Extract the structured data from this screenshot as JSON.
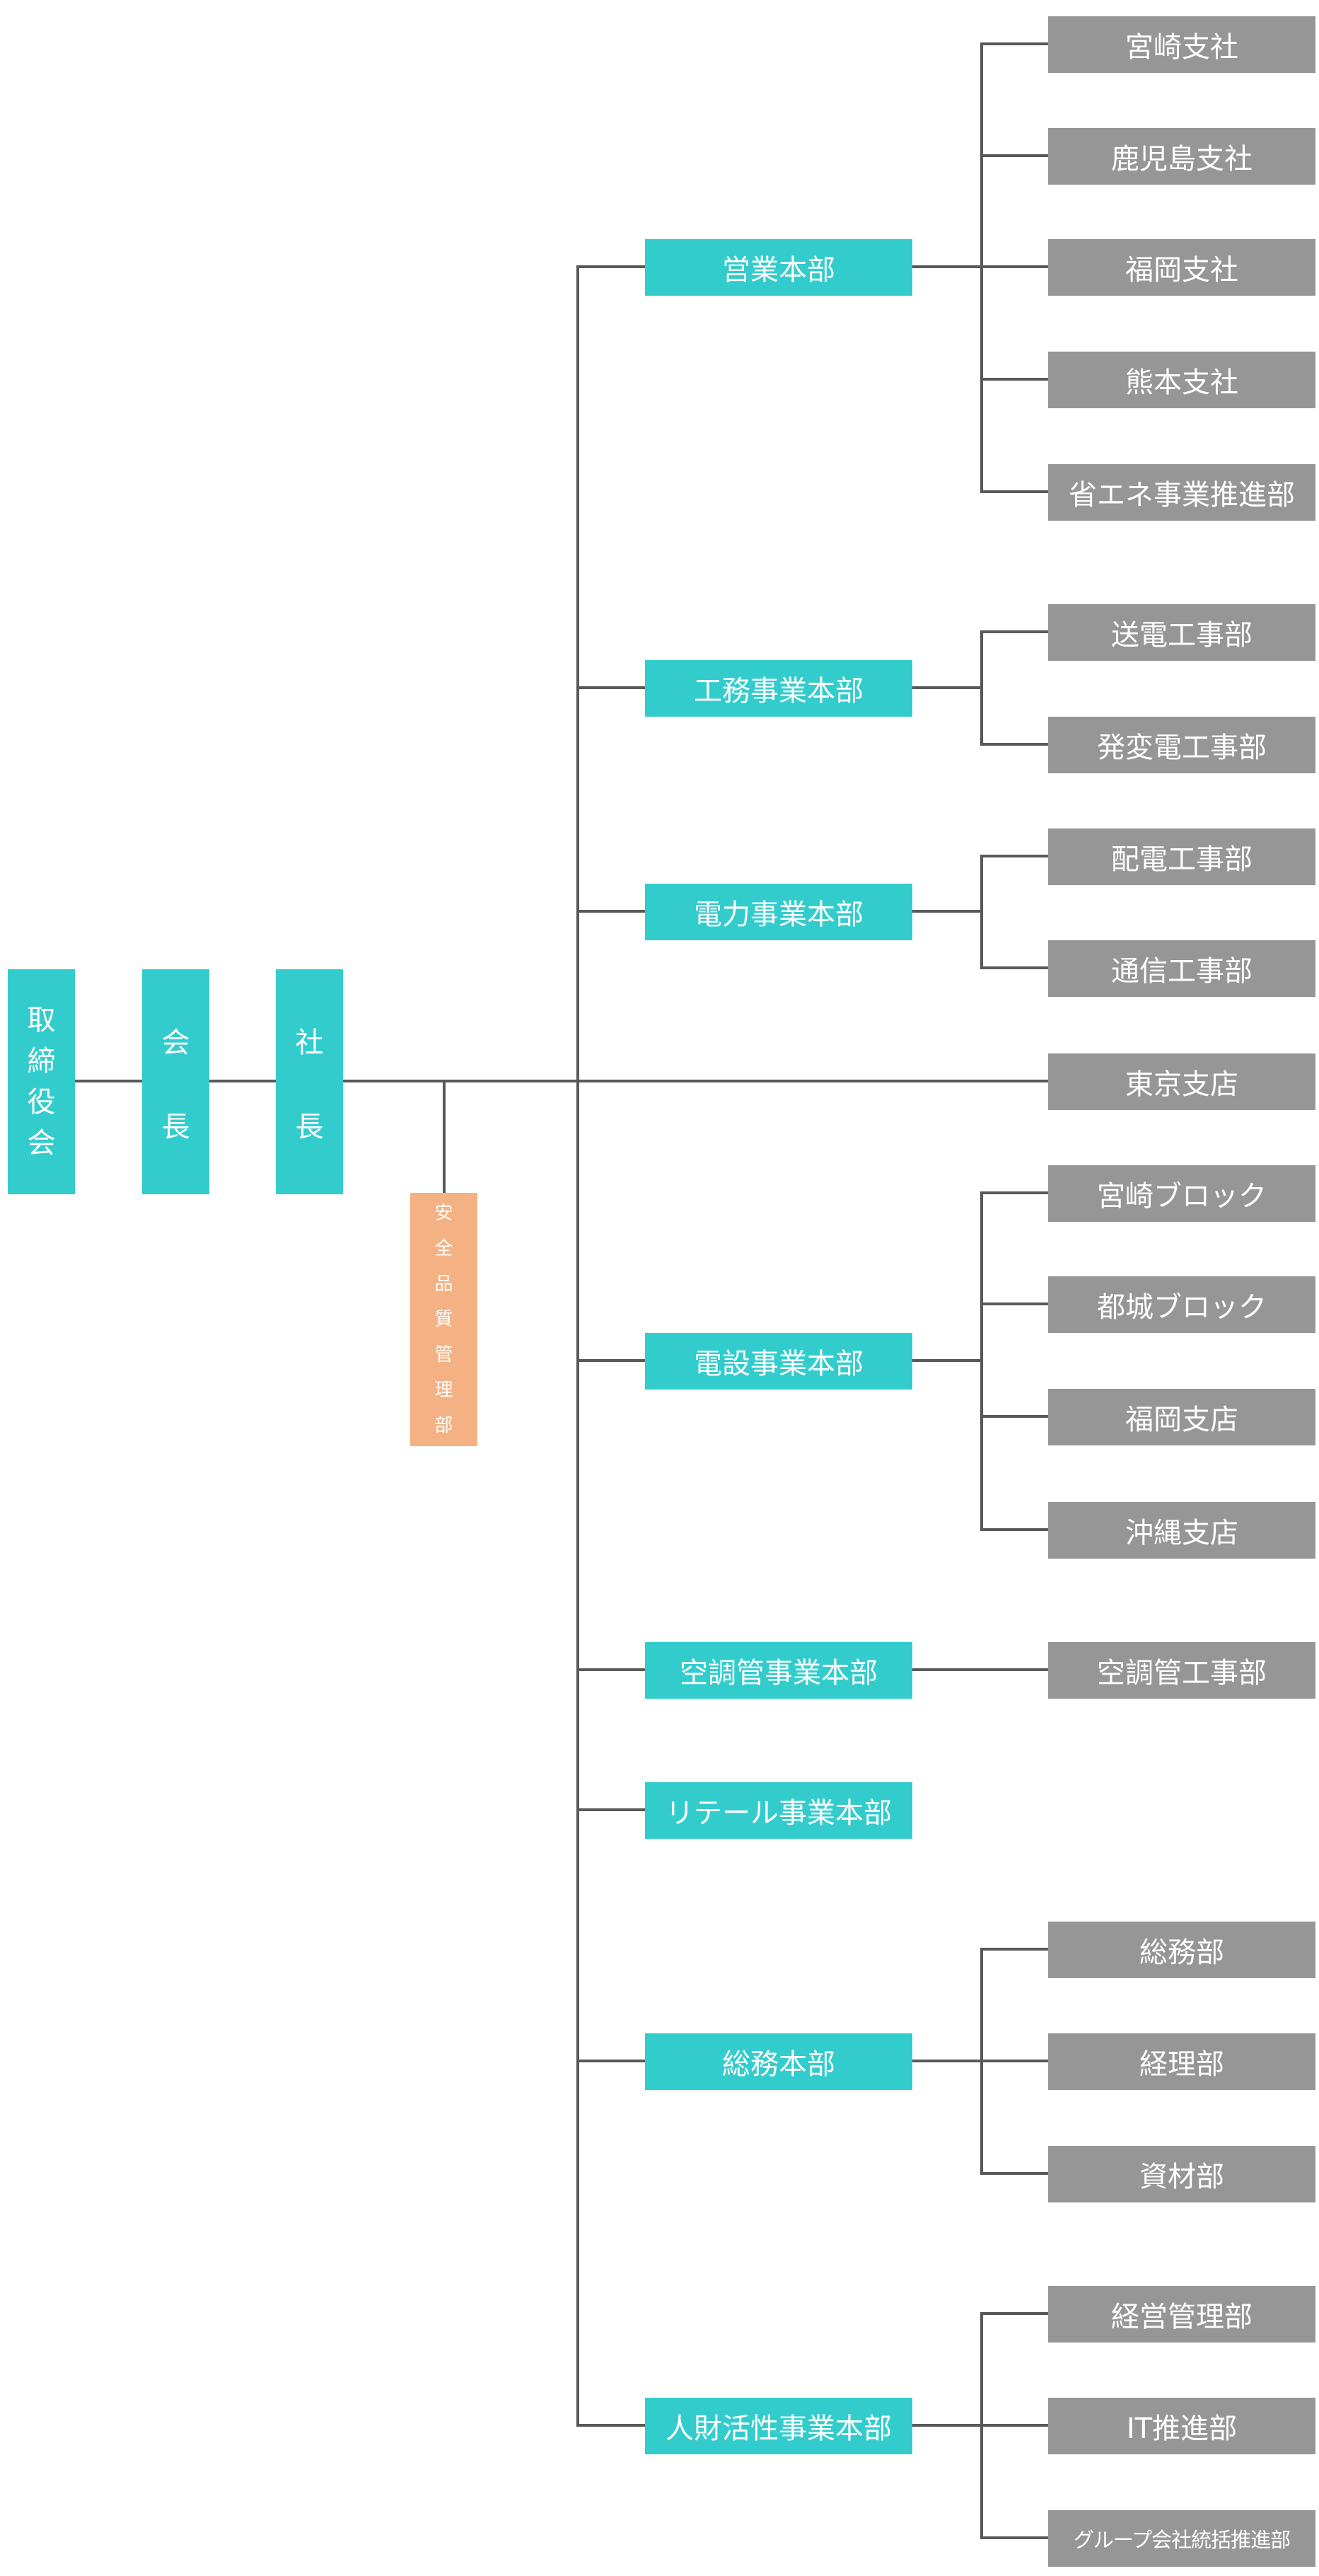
{
  "top": {
    "board": [
      "取",
      "締",
      "役",
      "会"
    ],
    "chairman": [
      "会",
      "長"
    ],
    "president": [
      "社",
      "長"
    ],
    "safety": [
      "安",
      "全",
      "品",
      "質",
      "管",
      "理",
      "部"
    ]
  },
  "divisions": [
    {
      "name": "営業本部",
      "branches": [
        "宮崎支社",
        "鹿児島支社",
        "福岡支社",
        "熊本支社",
        "省エネ事業推進部"
      ]
    },
    {
      "name": "工務事業本部",
      "branches": [
        "送電工事部",
        "発変電工事部"
      ]
    },
    {
      "name": "電力事業本部",
      "branches": [
        "配電工事部",
        "通信工事部"
      ]
    },
    {
      "name": "電設事業本部",
      "branches": [
        "宮崎ブロック",
        "都城ブロック",
        "福岡支店",
        "沖縄支店"
      ]
    },
    {
      "name": "空調管事業本部",
      "branches": [
        "空調管工事部"
      ]
    },
    {
      "name": "リテール事業本部",
      "branches": []
    },
    {
      "name": "総務本部",
      "branches": [
        "総務部",
        "経理部",
        "資材部"
      ]
    },
    {
      "name": "人財活性事業本部",
      "branches": [
        "経営管理部",
        "IT推進部",
        "グループ会社統括推進部"
      ]
    }
  ],
  "direct_branch": "東京支店",
  "colors": {
    "division": "#33cccc",
    "branch": "#969696",
    "safety": "#f4b183",
    "line": "#595959"
  }
}
